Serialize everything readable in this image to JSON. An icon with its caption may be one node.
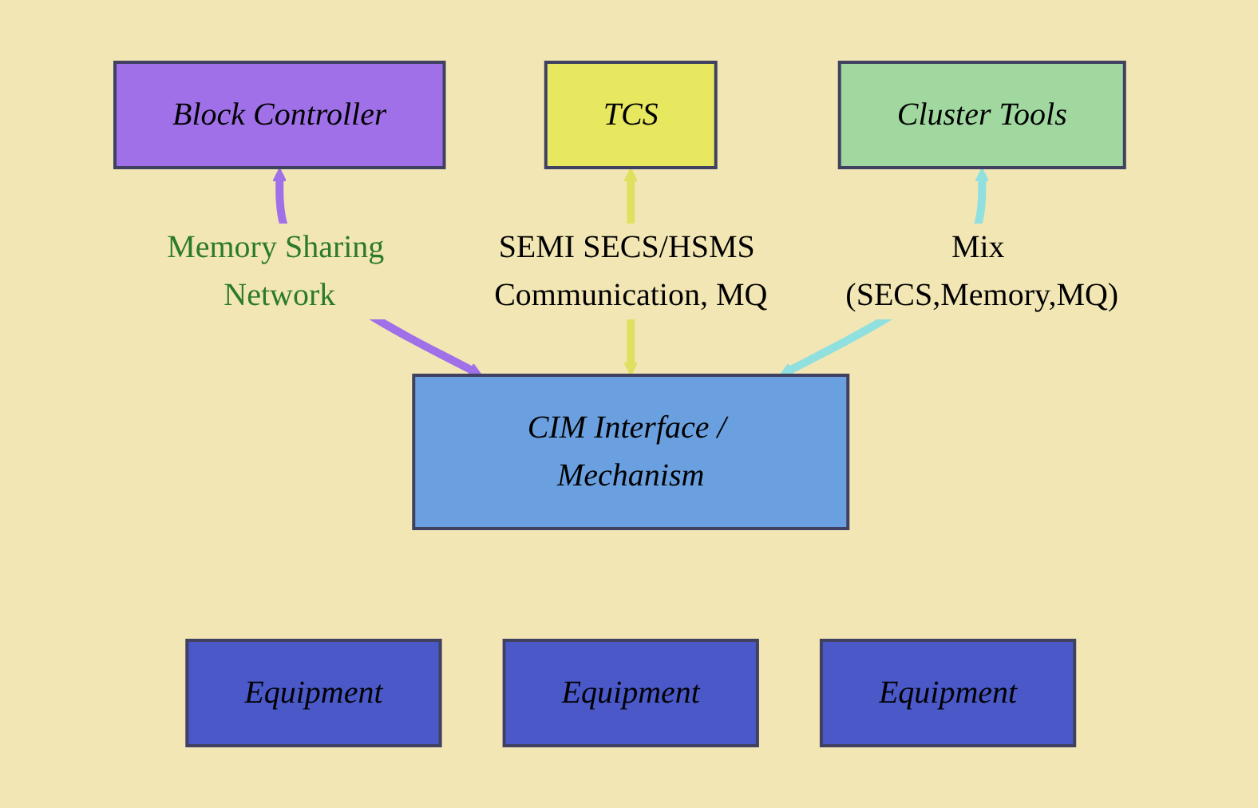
{
  "diagram": {
    "nodes": [
      {
        "text": [
          "Block Controller"
        ]
      },
      {
        "text": [
          "TCS"
        ]
      },
      {
        "text": [
          "Cluster Tools"
        ]
      },
      {
        "text": [
          "CIM Interface / Mechanism"
        ]
      },
      {
        "text": [
          "Equipment"
        ]
      },
      {
        "text": [
          "Equipment"
        ]
      },
      {
        "text": [
          "Equipment"
        ]
      }
    ],
    "edges": [
      {
        "from": 0,
        "to": 3,
        "arrow": "both",
        "label": "Memory Sharing Network",
        "color": "#a070e8"
      },
      {
        "from": 1,
        "to": 3,
        "arrow": "both",
        "label": "SEMI SECS/HSMS Communication, MQ",
        "color": "#e0e060"
      },
      {
        "from": 2,
        "to": 3,
        "arrow": "both",
        "label": "Mix (SECS,Memory,MQ)",
        "color": "#90e0e0"
      }
    ]
  }
}
